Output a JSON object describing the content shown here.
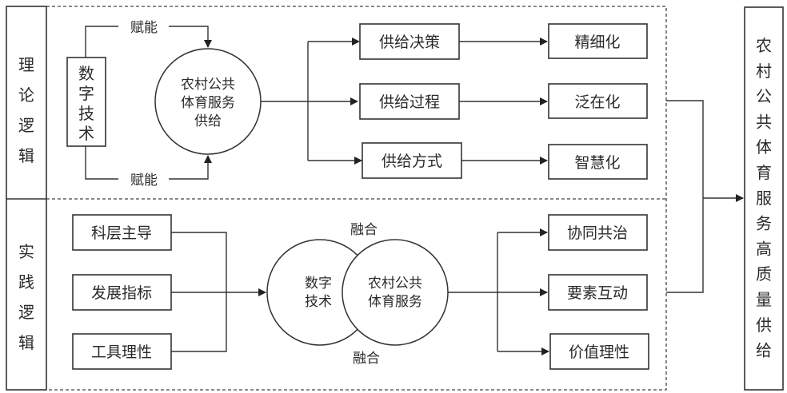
{
  "diagram": {
    "left_labels": {
      "theory": [
        "理",
        "论",
        "逻",
        "辑"
      ],
      "practice": [
        "实",
        "践",
        "逻",
        "辑"
      ]
    },
    "theory": {
      "digital_tech": [
        "数",
        "字",
        "技",
        "术"
      ],
      "empower_top": "赋能",
      "empower_bottom": "赋能",
      "supply_circle": [
        "农村公共",
        "体育服务",
        "供给"
      ],
      "middle_boxes": [
        "供给决策",
        "供给过程",
        "供给方式"
      ],
      "result_boxes": [
        "精细化",
        "泛在化",
        "智慧化"
      ]
    },
    "practice": {
      "input_boxes": [
        "科层主导",
        "发展指标",
        "工具理性"
      ],
      "fusion_top": "融合",
      "fusion_bottom": "融合",
      "left_circle": [
        "数字",
        "技术"
      ],
      "right_circle": [
        "农村公共",
        "体育服务"
      ],
      "result_boxes": [
        "协同共治",
        "要素互动",
        "价值理性"
      ]
    },
    "outcome": [
      "农",
      "村",
      "公",
      "共",
      "体",
      "育",
      "服",
      "务",
      "高",
      "质",
      "量",
      "供",
      "给"
    ]
  }
}
